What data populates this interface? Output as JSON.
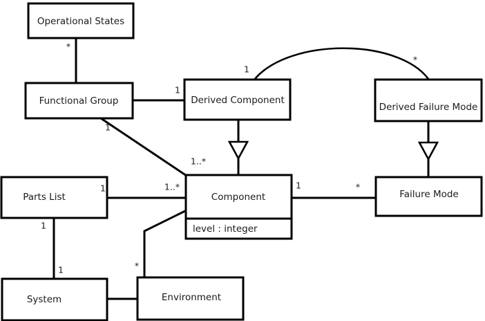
{
  "diagram": {
    "type": "uml-class-diagram",
    "background_color": "#ffffff",
    "line_color": "#000000",
    "text_color": "#1a1a1a",
    "classes": [
      {
        "id": "operational-states",
        "name": "Operational States",
        "attributes": []
      },
      {
        "id": "functional-group",
        "name": "Functional Group",
        "attributes": []
      },
      {
        "id": "derived-component",
        "name": "Derived Component",
        "attributes": []
      },
      {
        "id": "derived-failure-mode",
        "name": "Derived Failure Mode",
        "attributes": []
      },
      {
        "id": "parts-list",
        "name": "Parts List",
        "attributes": []
      },
      {
        "id": "component",
        "name": "Component",
        "attributes": [
          "level : integer"
        ]
      },
      {
        "id": "failure-mode",
        "name": "Failure Mode",
        "attributes": []
      },
      {
        "id": "system",
        "name": "System",
        "attributes": []
      },
      {
        "id": "environment",
        "name": "Environment",
        "attributes": []
      }
    ],
    "relationships": [
      {
        "id": "operational-states--functional-group",
        "kind": "association",
        "from": "operational-states",
        "to": "functional-group",
        "from_multiplicity": "*",
        "to_multiplicity": ""
      },
      {
        "id": "functional-group--derived-component",
        "kind": "association",
        "from": "functional-group",
        "to": "derived-component",
        "from_multiplicity": "",
        "to_multiplicity": "1"
      },
      {
        "id": "functional-group--component",
        "kind": "association",
        "from": "functional-group",
        "to": "component",
        "from_multiplicity": "1",
        "to_multiplicity": "1..*"
      },
      {
        "id": "derived-component--derived-failure-mode",
        "kind": "association-arc",
        "from": "derived-component",
        "to": "derived-failure-mode",
        "from_multiplicity": "1",
        "to_multiplicity": "*"
      },
      {
        "id": "derived-component--component",
        "kind": "generalization",
        "from": "derived-component",
        "to": "component",
        "from_multiplicity": "",
        "to_multiplicity": ""
      },
      {
        "id": "derived-failure-mode--failure-mode",
        "kind": "generalization",
        "from": "derived-failure-mode",
        "to": "failure-mode",
        "from_multiplicity": "",
        "to_multiplicity": ""
      },
      {
        "id": "parts-list--component",
        "kind": "association",
        "from": "parts-list",
        "to": "component",
        "from_multiplicity": "1",
        "to_multiplicity": "1..*"
      },
      {
        "id": "component--failure-mode",
        "kind": "association",
        "from": "component",
        "to": "failure-mode",
        "from_multiplicity": "1",
        "to_multiplicity": "*"
      },
      {
        "id": "parts-list--system",
        "kind": "association",
        "from": "parts-list",
        "to": "system",
        "from_multiplicity": "1",
        "to_multiplicity": "1"
      },
      {
        "id": "system--environment",
        "kind": "association",
        "from": "system",
        "to": "environment",
        "from_multiplicity": "",
        "to_multiplicity": ""
      },
      {
        "id": "component--environment",
        "kind": "association",
        "from": "component",
        "to": "environment",
        "from_multiplicity": "*",
        "to_multiplicity": ""
      }
    ],
    "multiplicity_labels": {
      "os_to_fg": "*",
      "fg_to_dc": "1",
      "fg_to_comp_near_fg": "1",
      "fg_to_comp_near_comp": "1..*",
      "dc_arc": "1",
      "dfm_arc": "*",
      "pl_to_comp_near_pl": "1",
      "pl_to_comp_near_comp": "1..*",
      "comp_to_fm_near_comp": "1",
      "comp_to_fm_near_fm": "*",
      "pl_to_sys_near_pl": "1",
      "pl_to_sys_near_sys": "1",
      "env_to_comp": "*"
    }
  }
}
